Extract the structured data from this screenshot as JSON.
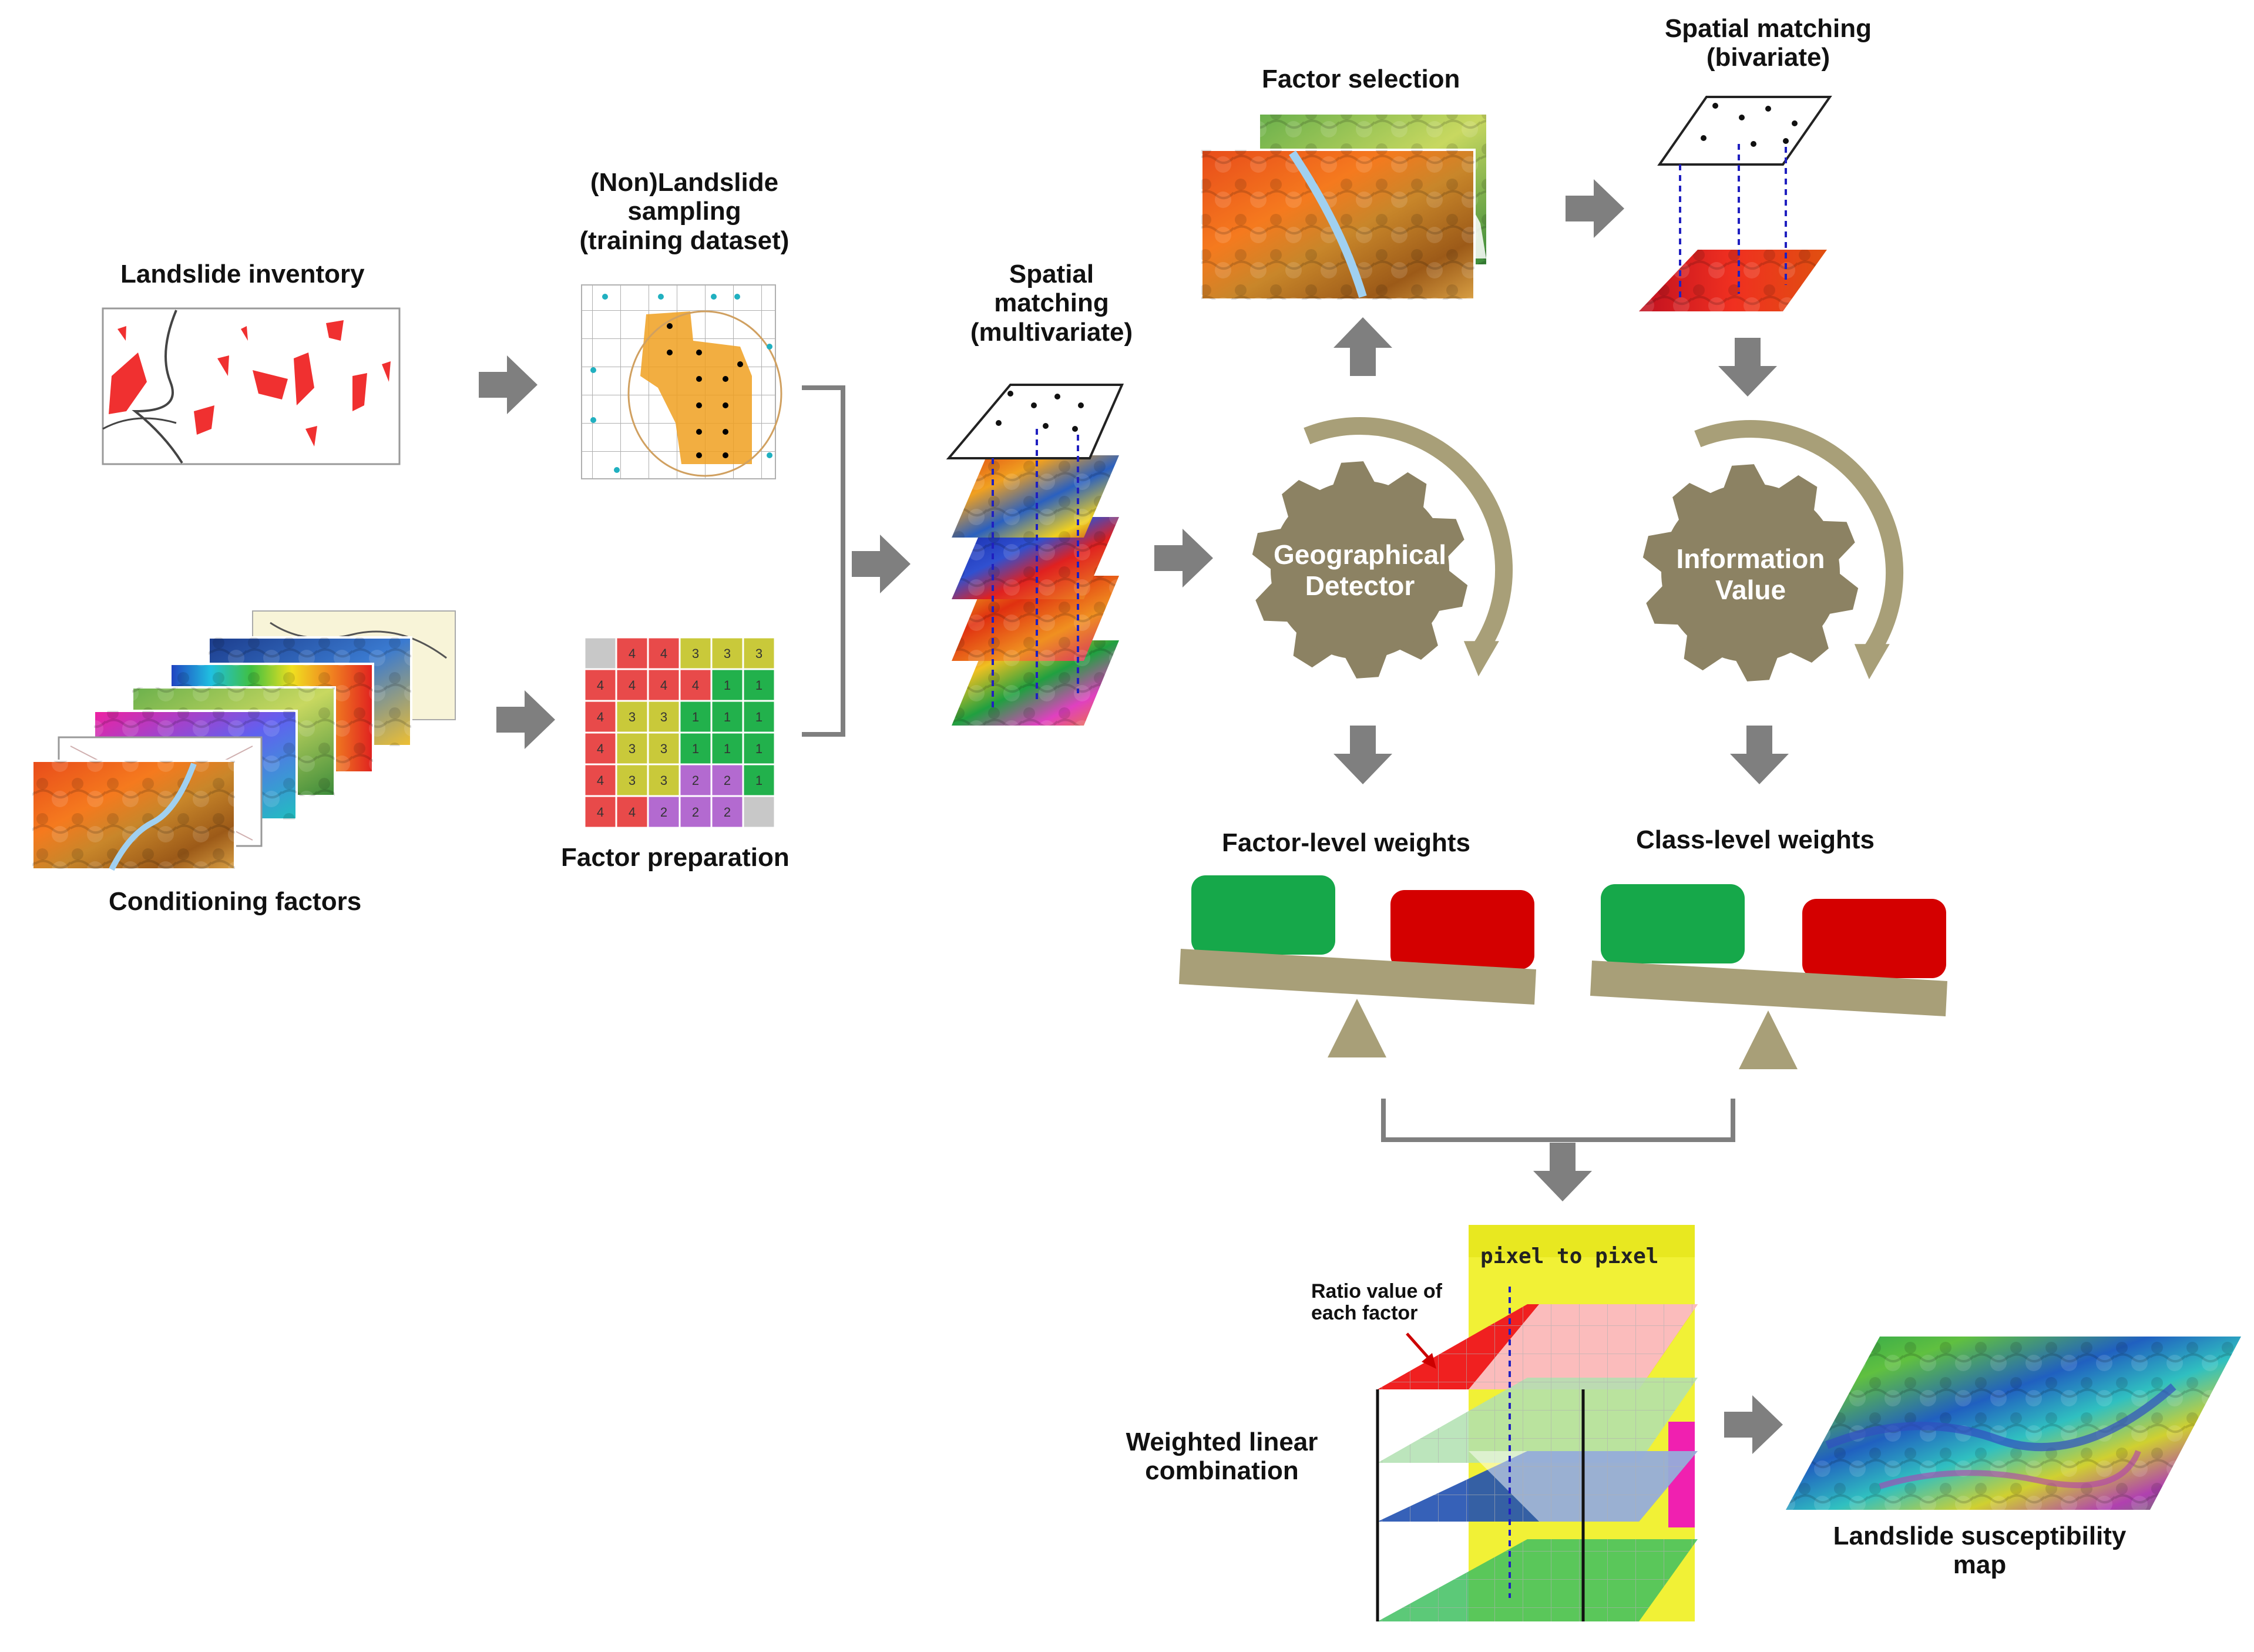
{
  "labels": {
    "landslide_inventory": "Landslide inventory",
    "sampling": [
      "(Non)Landslide",
      "sampling",
      "(training dataset)"
    ],
    "conditioning_factors": "Conditioning  factors",
    "factor_preparation": "Factor preparation",
    "spatial_matching_multivariate": [
      "Spatial",
      "matching",
      "(multivariate)"
    ],
    "factor_selection": "Factor selection",
    "spatial_matching_bivariate": [
      "Spatial matching",
      "(bivariate)"
    ],
    "geographical_detector": [
      "Geographical",
      "Detector"
    ],
    "information_value": [
      "Information",
      "Value"
    ],
    "factor_level_weights": "Factor-level weights",
    "class_level_weights": "Class-level weights",
    "pixel_to_pixel": "pixel to pixel",
    "ratio_value": [
      "Ratio value of",
      "each factor"
    ],
    "weighted_linear_combination": [
      "Weighted linear",
      "combination"
    ],
    "susceptibility_map": [
      "Landslide susceptibility",
      "map"
    ]
  },
  "factor_grid": [
    [
      "",
      "4",
      "4",
      "3",
      "3",
      "3"
    ],
    [
      "4",
      "4",
      "4",
      "4",
      "1",
      "1"
    ],
    [
      "4",
      "3",
      "3",
      "1",
      "1",
      "1"
    ],
    [
      "4",
      "3",
      "3",
      "1",
      "1",
      "1"
    ],
    [
      "4",
      "3",
      "3",
      "2",
      "2",
      "1"
    ],
    [
      "4",
      "4",
      "2",
      "2",
      "2",
      ""
    ]
  ],
  "colors": {
    "arrow": "#7f7f7f",
    "gear": "#8c8263",
    "scale": "#a89f78",
    "green_block": "#16a84a",
    "red_block": "#d40000",
    "class_4": "#e84a4a",
    "class_3": "#c9c93a",
    "class_2": "#b36ad0",
    "class_1": "#22b14c"
  }
}
